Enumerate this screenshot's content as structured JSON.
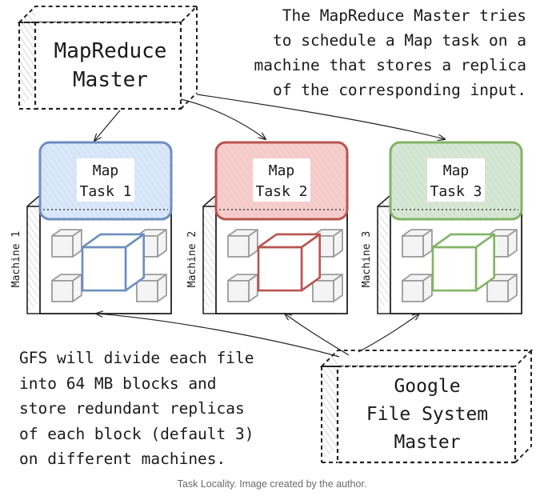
{
  "mapreduce_master": {
    "label": "MapReduce\nMaster"
  },
  "gfs_master": {
    "label": "Google\nFile System\nMaster"
  },
  "top_note": "The MapReduce Master tries\nto schedule a Map task on a\nmachine that stores a replica\nof the corresponding input.",
  "bottom_note": "GFS will divide each file\ninto 64 MB blocks and\nstore redundant replicas\nof each block (default 3)\non different machines.",
  "caption": "Task Locality. Image created by the author.",
  "machines": [
    {
      "machine_label": "Machine 1",
      "task_label": "Map\nTask 1",
      "color": "#6c8ebf",
      "fill": "#dae8fc"
    },
    {
      "machine_label": "Machine 2",
      "task_label": "Map\nTask 2",
      "color": "#b85450",
      "fill": "#f8cecc"
    },
    {
      "machine_label": "Machine 3",
      "task_label": "Map\nTask 3",
      "color": "#82b366",
      "fill": "#d5e8d4"
    }
  ]
}
